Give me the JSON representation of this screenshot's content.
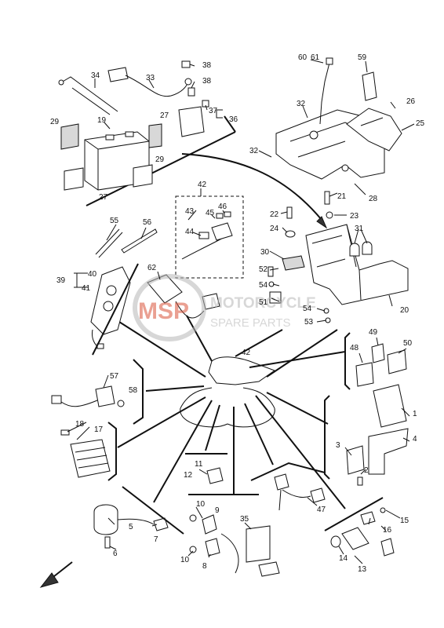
{
  "labels": {
    "l1": "1",
    "l2": "2",
    "l3": "3",
    "l4": "4",
    "l5": "5",
    "l6": "6",
    "l7": "7",
    "l8": "8",
    "l9": "9",
    "l10a": "10",
    "l10b": "10",
    "l11": "11",
    "l12": "12",
    "l13": "13",
    "l14": "14",
    "l15": "15",
    "l16": "16",
    "l17": "17",
    "l18": "18",
    "l19": "19",
    "l20": "20",
    "l21": "21",
    "l22": "22",
    "l23": "23",
    "l24": "24",
    "l25": "25",
    "l26": "26",
    "l27a": "27",
    "l27b": "27",
    "l28": "28",
    "l29a": "29",
    "l29b": "29",
    "l30": "30",
    "l31": "31",
    "l32a": "32",
    "l32b": "32",
    "l33": "33",
    "l34": "34",
    "l35": "35",
    "l36": "36",
    "l37": "37",
    "l38a": "38",
    "l38b": "38",
    "l39": "39",
    "l40": "40",
    "l41": "41",
    "l42a": "42",
    "l42b": "42",
    "l43": "43",
    "l44": "44",
    "l45": "45",
    "l46": "46",
    "l47": "47",
    "l48": "48",
    "l49": "49",
    "l50": "50",
    "l51": "51",
    "l52": "52",
    "l53": "53",
    "l54a": "54",
    "l54b": "54",
    "l55": "55",
    "l56": "56",
    "l57": "57",
    "l58": "58",
    "l59": "59",
    "l60": "60",
    "l61": "61",
    "l62": "62"
  },
  "watermark": {
    "logo": "MSP",
    "line1": "MOTORCYCLE",
    "line2": "SPARE PARTS"
  },
  "colors": {
    "watermark_red": "#d9533a",
    "watermark_grey": "#b8b8b8",
    "ink": "#111111"
  },
  "icons": {
    "direction_arrow": "front-direction-arrow-icon"
  }
}
